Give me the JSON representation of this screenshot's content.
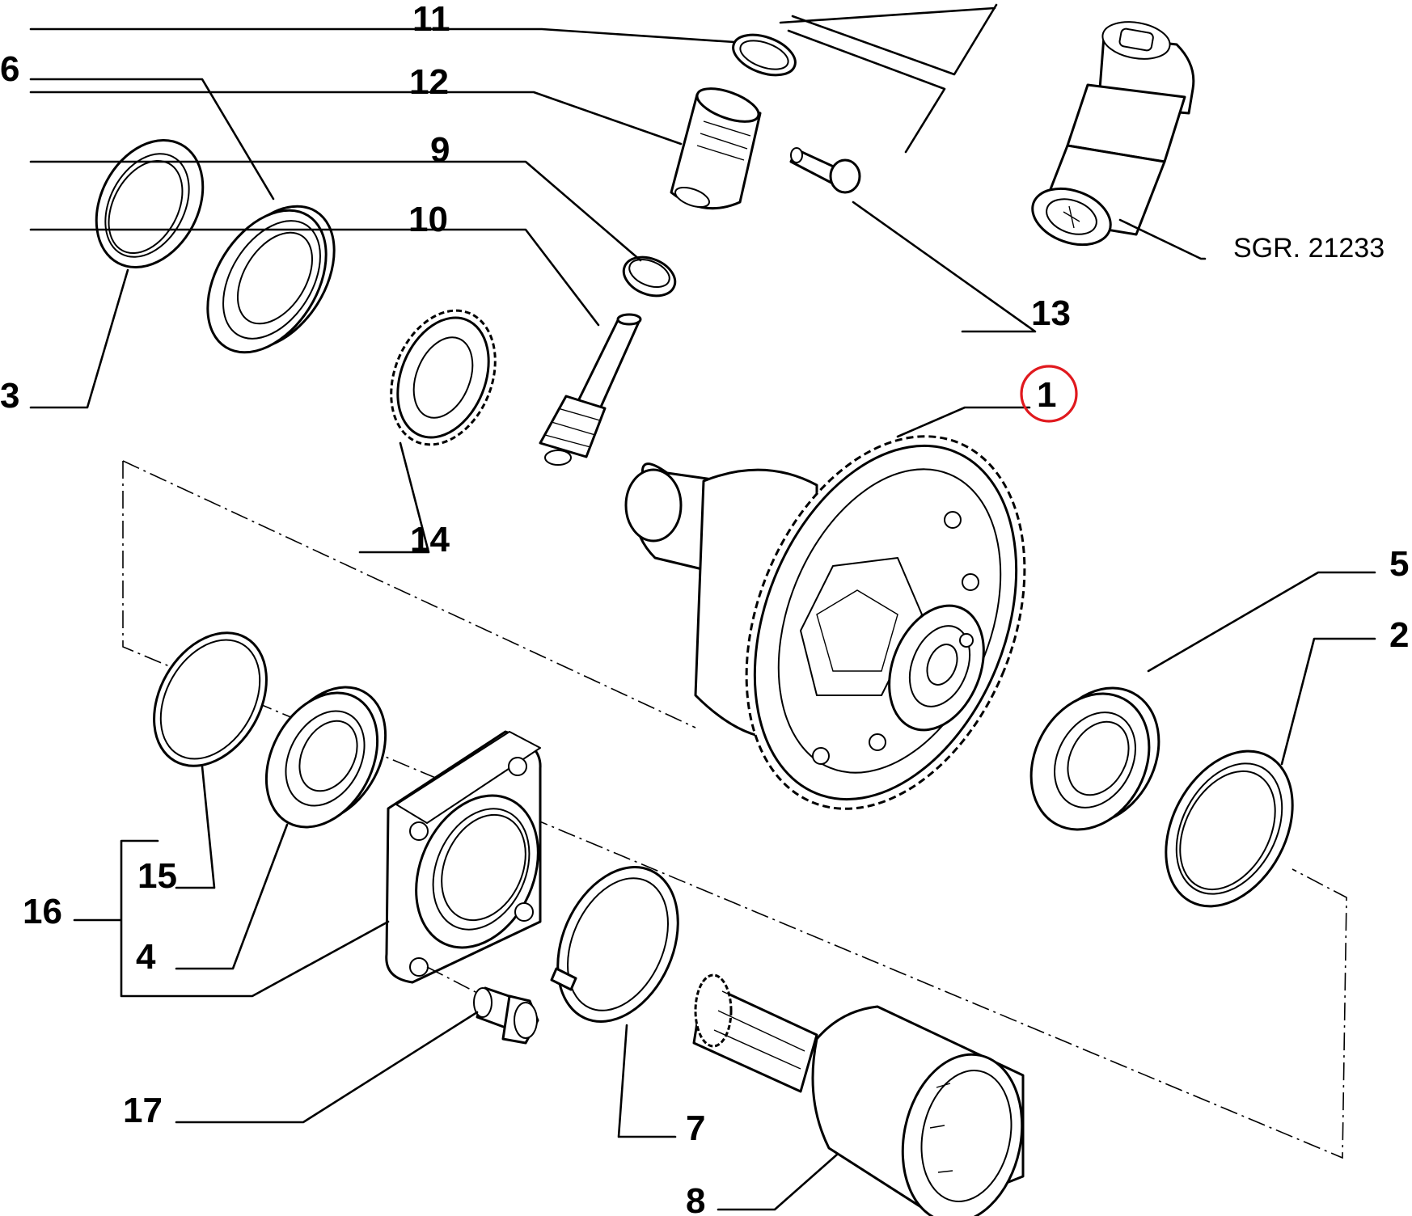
{
  "diagram": {
    "highlight_color": "#e0191e",
    "reference": "SGR. 21233",
    "labels": {
      "l1": "1",
      "l2": "2",
      "l3": "3",
      "l4": "4",
      "l5": "5",
      "l6": "6",
      "l7": "7",
      "l8": "8",
      "l9": "9",
      "l10": "10",
      "l11": "11",
      "l12": "12",
      "l13": "13",
      "l14": "14",
      "l15": "15",
      "l16": "16",
      "l17": "17"
    }
  }
}
